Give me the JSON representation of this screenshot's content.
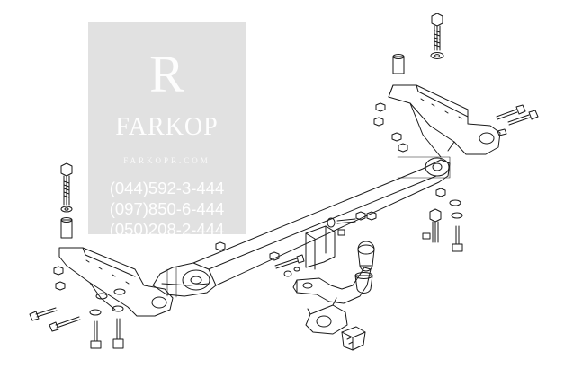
{
  "watermark": {
    "logo_text": "R",
    "brand": "FARKOP",
    "site": "FARKOPR.COM",
    "phones": [
      "(044)592-3-444",
      "(097)850-6-444",
      "(050)208-2-444"
    ]
  },
  "diagram": {
    "parts": [
      "tow-bar-crossbar",
      "left-mounting-bracket",
      "right-mounting-bracket",
      "tow-ball-neck",
      "tow-ball",
      "tow-ball-cover",
      "socket-plate",
      "electrical-socket",
      "bolts",
      "nuts",
      "washers",
      "spacer-sleeves"
    ]
  }
}
